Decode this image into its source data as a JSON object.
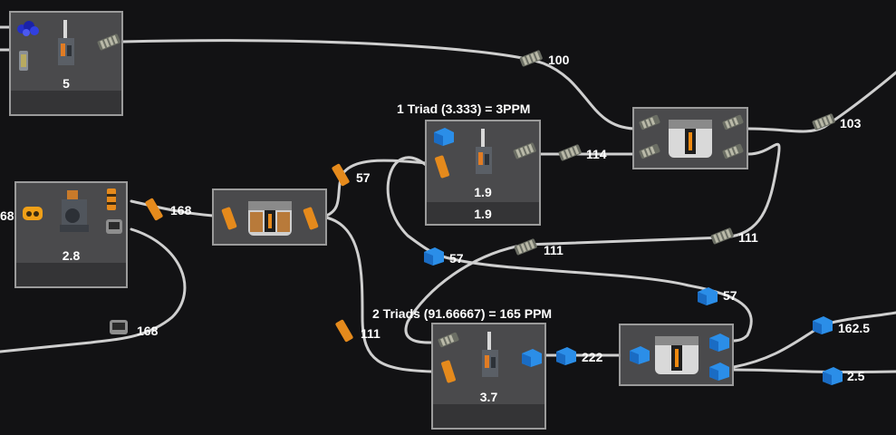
{
  "graph": {
    "titles": {
      "one_triad": "1 Triad (3.333) = 3PPM",
      "two_triads": "2 Triads (91.66667) = 165 PPM"
    },
    "nodes": {
      "n1": "5",
      "n2": "2.8",
      "n4": "1.9",
      "n4b": "1.9",
      "n6": "3.7"
    },
    "flows": {
      "top": "100",
      "mid_out": "168",
      "left_edge": "68",
      "to_triad": "57",
      "triad_out": "114",
      "combiner_out": "103",
      "blue_from_triad": "57",
      "cross_blue": "111",
      "cross_right": "111",
      "blue_in": "57",
      "loop": "168",
      "orange_down": "111",
      "blue_222": "222",
      "out_162": "162.5",
      "out_2": "2.5"
    }
  }
}
